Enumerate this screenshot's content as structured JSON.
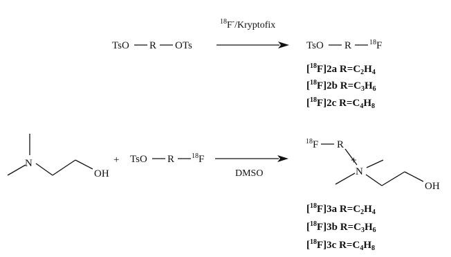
{
  "reaction1": {
    "reactant": {
      "a": "TsO",
      "b": "R",
      "c": "OTs"
    },
    "reagent": {
      "sup": "18",
      "f": "F",
      "charge": "-",
      "rest": "/Kryptofix"
    },
    "product": {
      "a": "TsO",
      "b": "R",
      "sup": "18",
      "f": "F"
    },
    "labels": [
      {
        "sup": "18",
        "id": "2a",
        "formula": "C",
        "n1": "2",
        "mid": "H",
        "n2": "4"
      },
      {
        "sup": "18",
        "id": "2b",
        "formula": "C",
        "n1": "3",
        "mid": "H",
        "n2": "6"
      },
      {
        "sup": "18",
        "id": "2c",
        "formula": "C",
        "n1": "4",
        "mid": "H",
        "n2": "8"
      }
    ]
  },
  "reaction2": {
    "amine": {
      "n": "N",
      "oh": "OH"
    },
    "plus": "+",
    "reactant": {
      "a": "TsO",
      "b": "R",
      "sup": "18",
      "f": "F"
    },
    "solvent": "DMSO",
    "product": {
      "sup": "18",
      "f": "F",
      "r": "R",
      "charge": "+",
      "n": "N",
      "oh": "OH"
    },
    "labels": [
      {
        "sup": "18",
        "id": "3a",
        "formula": "C",
        "n1": "2",
        "mid": "H",
        "n2": "4"
      },
      {
        "sup": "18",
        "id": "3b",
        "formula": "C",
        "n1": "3",
        "mid": "H",
        "n2": "6"
      },
      {
        "sup": "18",
        "id": "3c",
        "formula": "C",
        "n1": "4",
        "mid": "H",
        "n2": "8"
      }
    ]
  }
}
